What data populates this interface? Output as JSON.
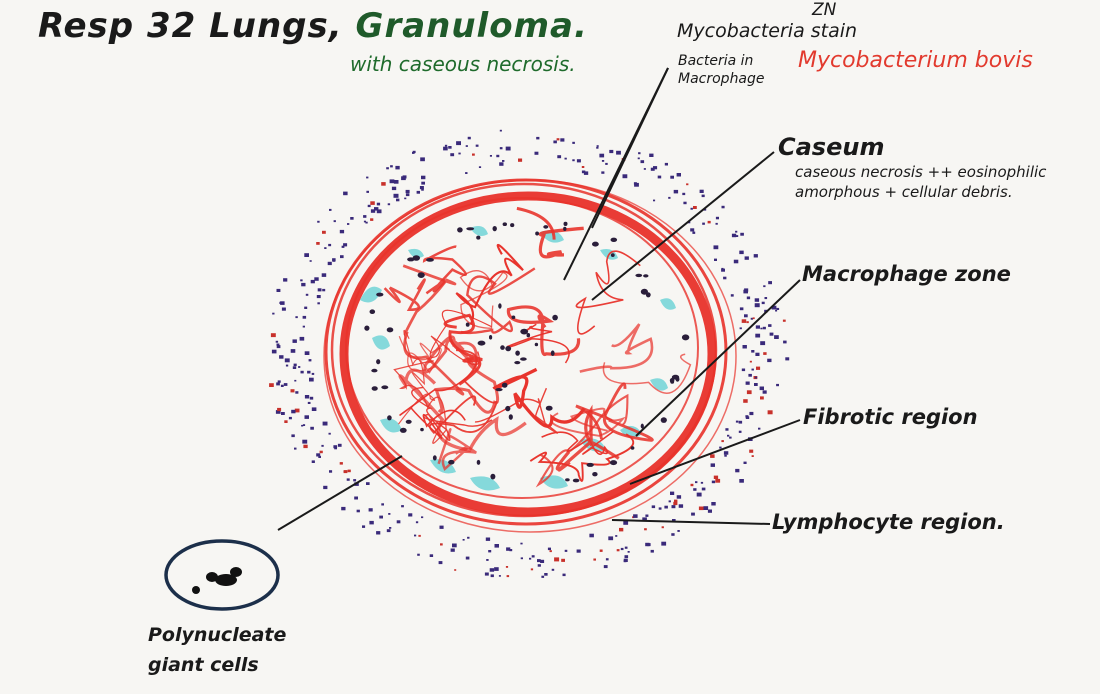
{
  "title": {
    "main": "Resp 32  Lungs,",
    "emphasis": "Granuloma."
  },
  "subtitle": "with caseous necrosis.",
  "stain": {
    "zn": "ZN",
    "label": "Mycobacteria stain",
    "species": "Mycobacterium bovis"
  },
  "labels": {
    "bacteria_macrophage": "Bacteria in Macrophage",
    "caseum": "Caseum",
    "caseum_desc": "caseous necrosis ++ eosinophilic amorphous + cellular debris.",
    "macrophage_zone": "Macrophage zone",
    "fibrotic_region": "Fibrotic region",
    "lymphocyte_region": "Lymphocyte region.",
    "giant_cells": "Polynucleate giant cells"
  },
  "colors": {
    "fibrosis": "#e8322a",
    "macrophage": "#5fd0d4",
    "lymphocyte": "#3a2a7a",
    "ink": "#1a1a1a",
    "green_text": "#1f6b2c",
    "red_text": "#e23a2e"
  }
}
